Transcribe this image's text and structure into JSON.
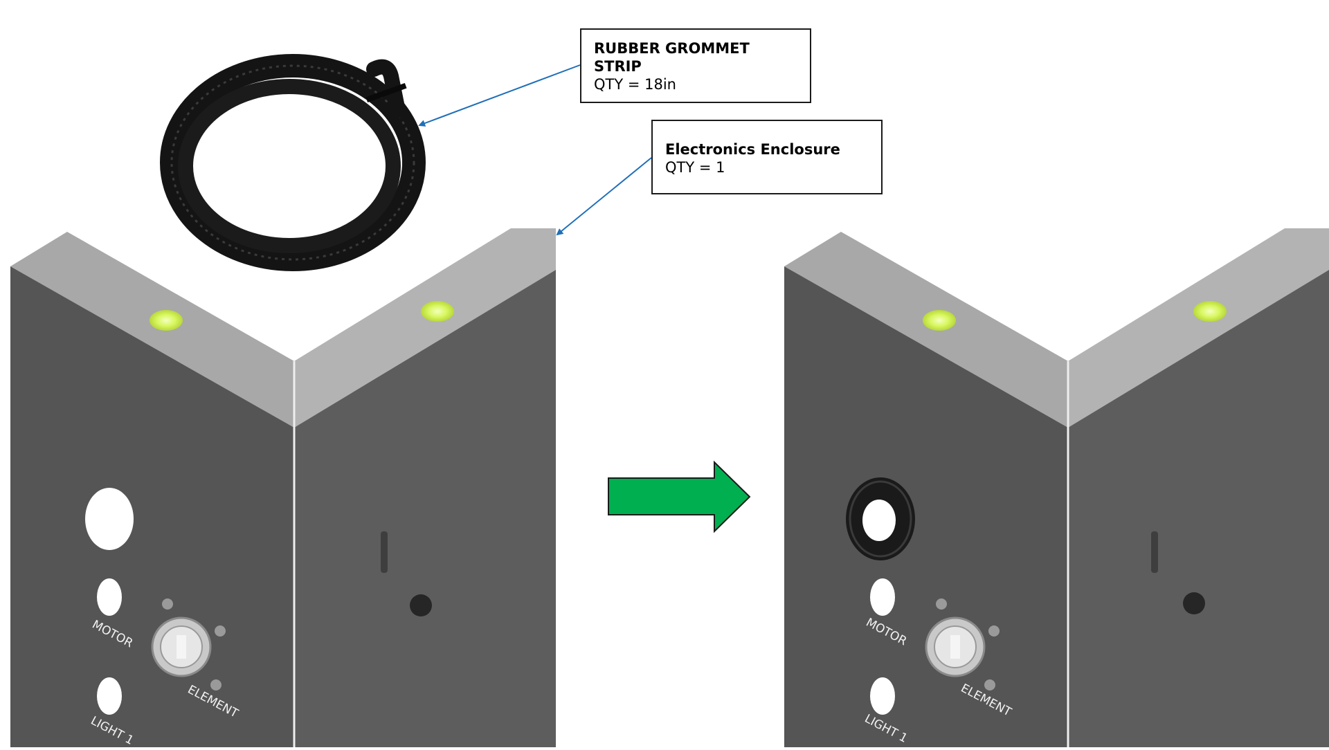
{
  "callouts": {
    "grommet": {
      "title": "RUBBER GROMMET STRIP",
      "qty": "QTY = 18in"
    },
    "enclosure": {
      "title": "Electronics Enclosure",
      "qty": "QTY = 1"
    }
  },
  "enclosure_labels": {
    "motor": "MOTOR",
    "heat_element": "ELEMENT",
    "light": "LIGHT 1"
  },
  "colors": {
    "enclosure_face": "#585858",
    "enclosure_top": "#a9a9a9",
    "led_green": "#d4f55a",
    "arrow_green": "#00b050",
    "leader_blue": "#1f6fb8",
    "grommet_black": "#141414"
  }
}
